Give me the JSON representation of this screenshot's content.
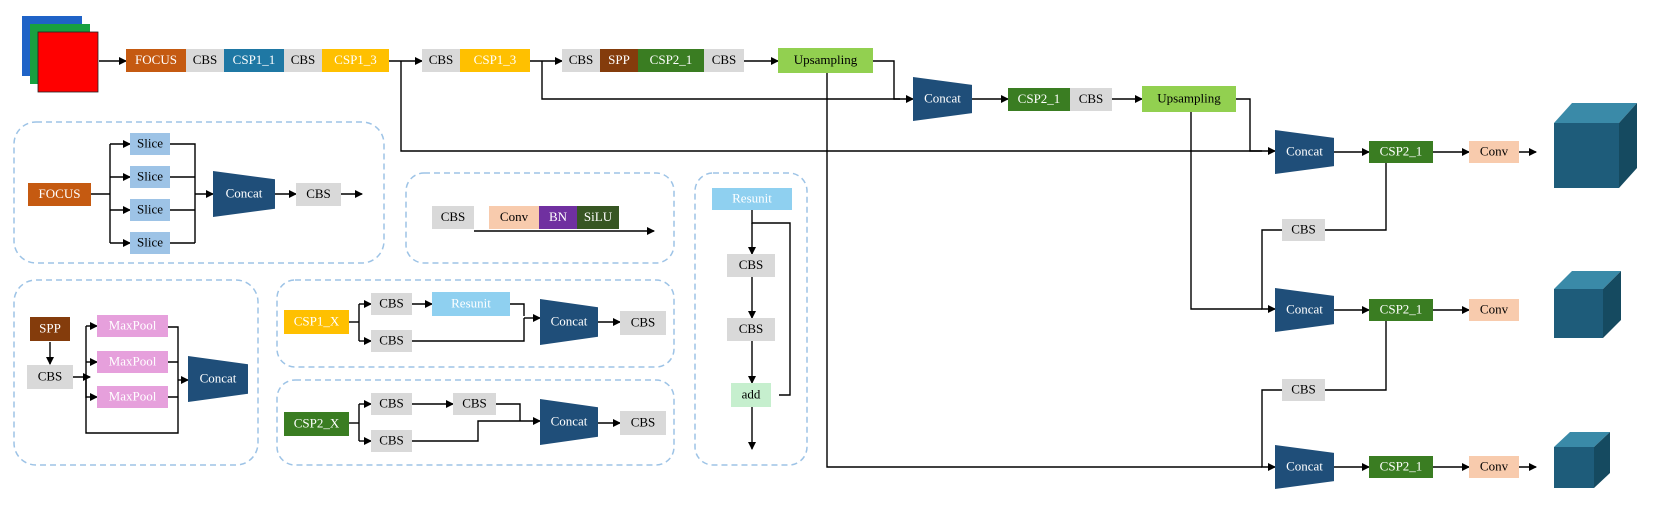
{
  "colors": {
    "focus": "#c55a11",
    "cbs": "#d9d9d9",
    "csp1_1": "#1f78a4",
    "csp1_3": "#ffc000",
    "spp": "#843c0c",
    "csp2": "#3a7d22",
    "upsampling": "#92d050",
    "concat": "#1f4e79",
    "conv": "#f8cbad",
    "bn": "#7030a0",
    "silu": "#375623",
    "slice": "#9dc3e6",
    "maxpool": "#e6a0dc",
    "resunit": "#8fd0f0",
    "add": "#c6efce",
    "head": "#1e5c7a",
    "panel_border": "#9dc3e6"
  },
  "labels": {
    "focus": "FOCUS",
    "cbs": "CBS",
    "csp1_1": "CSP1_1",
    "csp1_3": "CSP1_3",
    "spp": "SPP",
    "csp2_1": "CSP2_1",
    "upsampling": "Upsampling",
    "concat": "Concat",
    "conv": "Conv",
    "slice": "Slice",
    "bn": "BN",
    "silu": "SiLU",
    "maxpool": "MaxPool",
    "resunit": "Resunit",
    "csp1_x": "CSP1_X",
    "csp2_x": "CSP2_X",
    "add": "add"
  },
  "icons": {
    "input_image": "rgb-image-stack-icon",
    "output_head": "output-cube-icon"
  }
}
